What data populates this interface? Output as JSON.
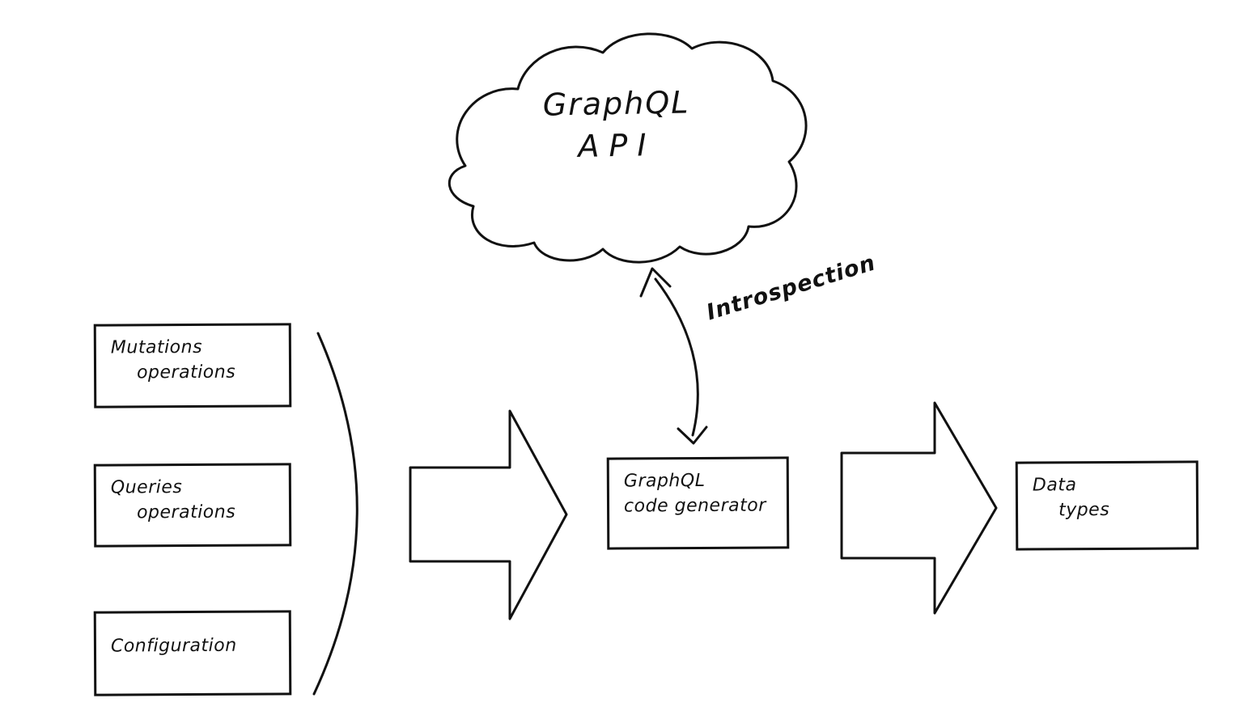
{
  "cloud": {
    "line1": "GraphQL",
    "line2": "API"
  },
  "input_boxes": [
    {
      "line1": "Mutations",
      "line2": "operations"
    },
    {
      "line1": "Queries",
      "line2": "operations"
    },
    {
      "line1": "Configuration",
      "line2": ""
    }
  ],
  "generator_box": {
    "line1": "GraphQL",
    "line2": "code generator"
  },
  "output_box": {
    "line1": "Data",
    "line2": "types"
  },
  "labels": {
    "introspection": "Introspection"
  },
  "colors": {
    "ink": "#111111",
    "background": "#ffffff"
  }
}
